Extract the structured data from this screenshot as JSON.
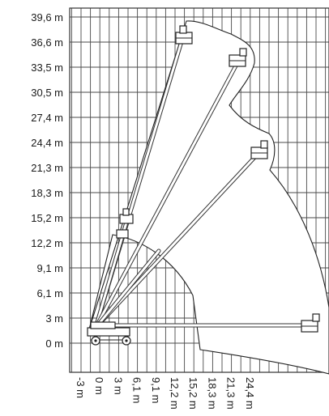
{
  "chart_data": {
    "type": "diagram",
    "y_tick_labels": [
      "39,6 m",
      "36,6 m",
      "33,5 m",
      "30,5 m",
      "27,4 m",
      "24,4 m",
      "21,3 m",
      "18,3 m",
      "15,2 m",
      "12,2 m",
      "9,1 m",
      "6,1 m",
      "3 m",
      "0 m"
    ],
    "x_tick_labels": [
      "-3 m",
      "0 m",
      "3 m",
      "6,1 m",
      "9,1 m",
      "12,2 m",
      "15,2 m",
      "18,3 m",
      "21,3 m",
      "24,4 m"
    ],
    "grid": true,
    "colors": {
      "line": "#222222",
      "grid": "#4a4a4a",
      "background": "#ffffff"
    }
  }
}
